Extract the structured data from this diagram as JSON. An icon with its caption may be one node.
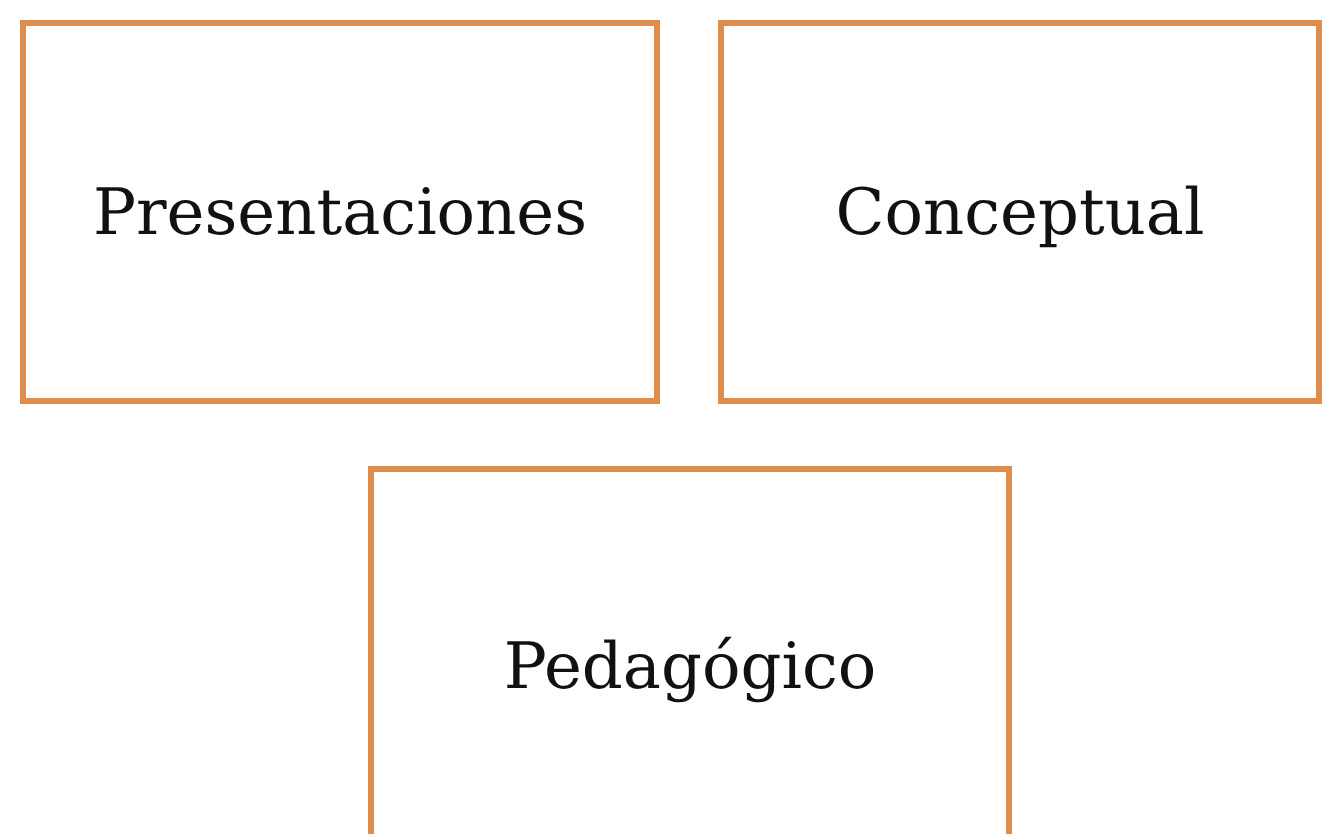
{
  "diagram": {
    "nodes": [
      {
        "text": [
          "Presentaciones"
        ]
      },
      {
        "text": [
          "Conceptual"
        ]
      },
      {
        "text": [
          "Pedagógico"
        ]
      }
    ]
  }
}
